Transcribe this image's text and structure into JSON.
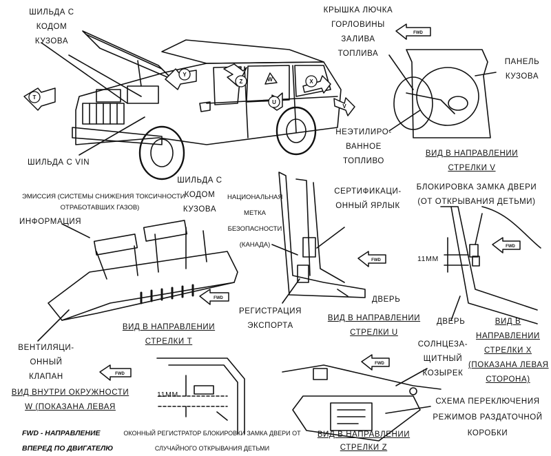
{
  "labels": {
    "body_code_plate_top": [
      "ШИЛЬДА С",
      "КОДОМ",
      "КУЗОВА"
    ],
    "fuel_door": [
      "КРЫШКА ЛЮЧКА",
      "ГОРЛОВИНЫ",
      "ЗАЛИВА",
      "ТОПЛИВА"
    ],
    "body_panel": [
      "ПАНЕЛЬ",
      "КУЗОВА"
    ],
    "unleaded": [
      "НЕЭТИЛИРО-",
      "ВАННОЕ",
      "ТОПЛИВО"
    ],
    "vin_plate": "ШИЛЬДА С VIN",
    "view_v": [
      "ВИД В НАПРАВЛЕНИИ",
      "СТРЕЛКИ V"
    ],
    "child_lock": [
      "БЛОКИРОВКА ЗАМКА ДВЕРИ",
      "(ОТ ОТКРЫВАНИЯ ДЕТЬМИ)"
    ],
    "body_code_plate_mid": [
      "ШИЛЬДА С",
      "КОДОМ",
      "КУЗОВА"
    ],
    "emission": [
      "ЭМИССИЯ (СИСТЕМЫ СНИЖЕНИЯ ТОКСИЧНОСТИ",
      "ОТРАБОТАВШИХ ГАЗОВ)"
    ],
    "information": "ИНФОРМАЦИЯ",
    "national_mark": [
      "НАЦИОНАЛЬНАЯ",
      "МЕТКА",
      "БЕЗОПАСНОСТИ",
      "(КАНАДА)"
    ],
    "cert_label": [
      "СЕРТИФИКАЦИ-",
      "ОННЫЙ ЯРЛЫК"
    ],
    "dim_11mm_a": "11ММ",
    "door_u": "ДВЕРЬ",
    "export_reg": [
      "РЕГИСТРАЦИЯ",
      "ЭКСПОРТА"
    ],
    "view_t": [
      "ВИД В НАПРАВЛЕНИИ",
      "СТРЕЛКИ T"
    ],
    "view_u": [
      "ВИД В НАПРАВЛЕНИИ",
      "СТРЕЛКИ U"
    ],
    "door_x": "ДВЕРЬ",
    "view_x": [
      "ВИД В",
      "НАПРАВЛЕНИИ",
      "СТРЕЛКИ X",
      "(ПОКАЗАНА ЛЕВАЯ",
      "СТОРОНА)"
    ],
    "vent_valve": [
      "ВЕНТИЛЯЦИ-",
      "ОННЫЙ",
      "КЛАПАН"
    ],
    "view_w": [
      "ВИД ВНУТРИ ОКРУЖНОСТИ",
      "W (ПОКАЗАНА ЛЕВАЯ"
    ],
    "dim_11mm_b": "11ММ",
    "sunvisor": [
      "СОЛНЦЕЗА-",
      "ЩИТНЫЙ",
      "КОЗЫРЕК"
    ],
    "transfer_scheme": [
      "СХЕМА ПЕРЕКЛЮЧЕНИЯ",
      "РЕЖИМОВ РАЗДАТОЧНОЙ",
      "КОРОБКИ"
    ],
    "fwd_note": [
      "FWD - НАПРАВЛЕНИЕ",
      "ВПЕРЕД ПО ДВИГАТЕЛЮ"
    ],
    "window_reg": [
      "ОКОННЫЙ РЕГИСТРАТОР БЛОКИРОВКИ ЗАМКА ДВЕРИ ОТ",
      "СЛУЧАЙНОГО ОТКРЫВАНИЯ ДЕТЬМИ"
    ],
    "view_z": [
      "ВИД В НАПРАВЛЕНИИ",
      "СТРЕЛКИ Z"
    ]
  },
  "arrow_tags": {
    "fwd": "FWD",
    "t": "T",
    "y": "Y",
    "z": "Z",
    "w": "W",
    "x": "X",
    "u": "U",
    "v": "V"
  }
}
